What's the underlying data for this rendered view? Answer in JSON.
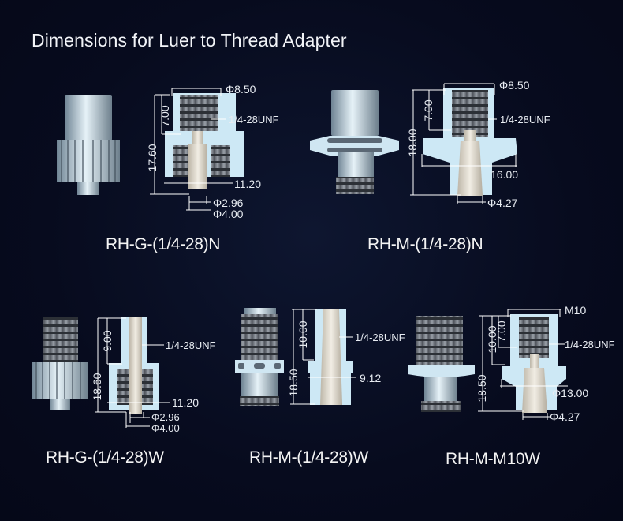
{
  "title": "Dimensions for Luer to Thread Adapter",
  "colors": {
    "background": "#060a1c",
    "part_body": "#cfe6f2",
    "section_fill": "#cde8f5",
    "pin": "#e8e2d6",
    "thread": "#4c5058",
    "text": "#ffffff"
  },
  "adapters": [
    {
      "model": "RH-G-(1/4-28)N",
      "dims": {
        "outer_dia": "Φ8.50",
        "thread_depth": "7.00",
        "thread": "1/4-28UNF",
        "length": "17.60",
        "flange": "11.20",
        "pin_inner": "Φ2.96",
        "pin_outer": "Φ4.00"
      }
    },
    {
      "model": "RH-M-(1/4-28)N",
      "dims": {
        "outer_dia": "Φ8.50",
        "thread_depth": "7.00",
        "thread": "1/4-28UNF",
        "length": "18.00",
        "flange": "16.00",
        "tip": "Φ4.27"
      }
    },
    {
      "model": "RH-G-(1/4-28)W",
      "dims": {
        "thread_length": "9.00",
        "thread": "1/4-28UNF",
        "length": "18.60",
        "flange": "11.20",
        "pin_inner": "Φ2.96",
        "pin_outer": "Φ4.00"
      }
    },
    {
      "model": "RH-M-(1/4-28)W",
      "dims": {
        "thread_length": "10.00",
        "thread": "1/4-28UNF",
        "length": "18.50",
        "flange": "9.12"
      }
    },
    {
      "model": "RH-M-M10W",
      "dims": {
        "outer_thread": "M10",
        "thread_length": "10.00",
        "thread_depth": "7.00",
        "thread": "1/4-28UNF",
        "length": "18.50",
        "flange": "Φ13.00",
        "tip": "Φ4.27"
      }
    }
  ]
}
